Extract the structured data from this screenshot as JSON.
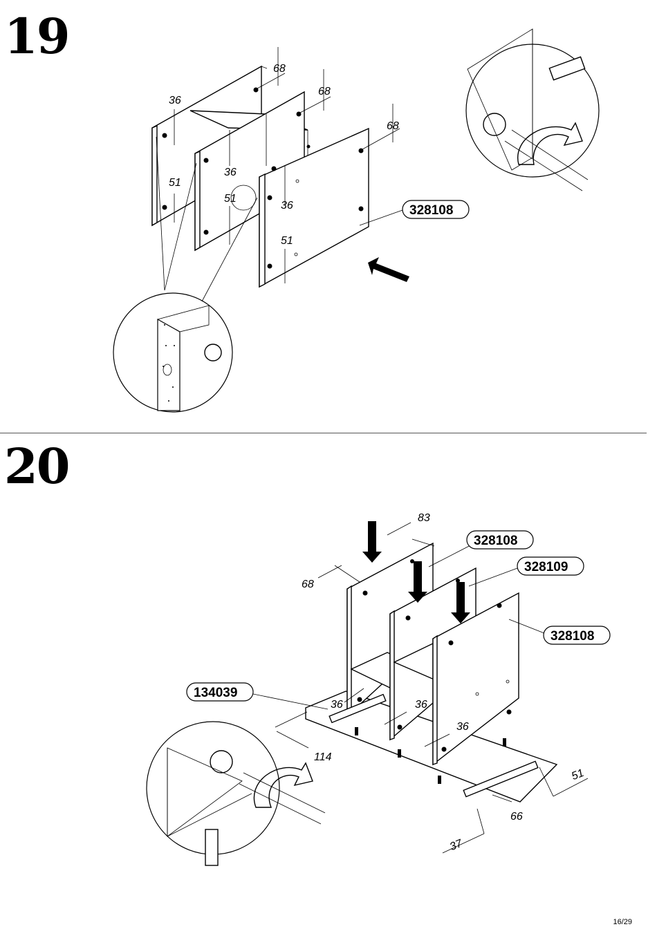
{
  "steps": [
    {
      "number": "19",
      "dimensions": [
        "68",
        "68",
        "68",
        "36",
        "36",
        "36",
        "51",
        "51",
        "51"
      ],
      "part_labels": [
        "328108"
      ]
    },
    {
      "number": "20",
      "dimensions": [
        "83",
        "68",
        "36",
        "36",
        "36",
        "114",
        "51",
        "66",
        "37"
      ],
      "part_labels": [
        "328108",
        "328109",
        "328108",
        "134039"
      ]
    }
  ],
  "page_number": "16/29"
}
